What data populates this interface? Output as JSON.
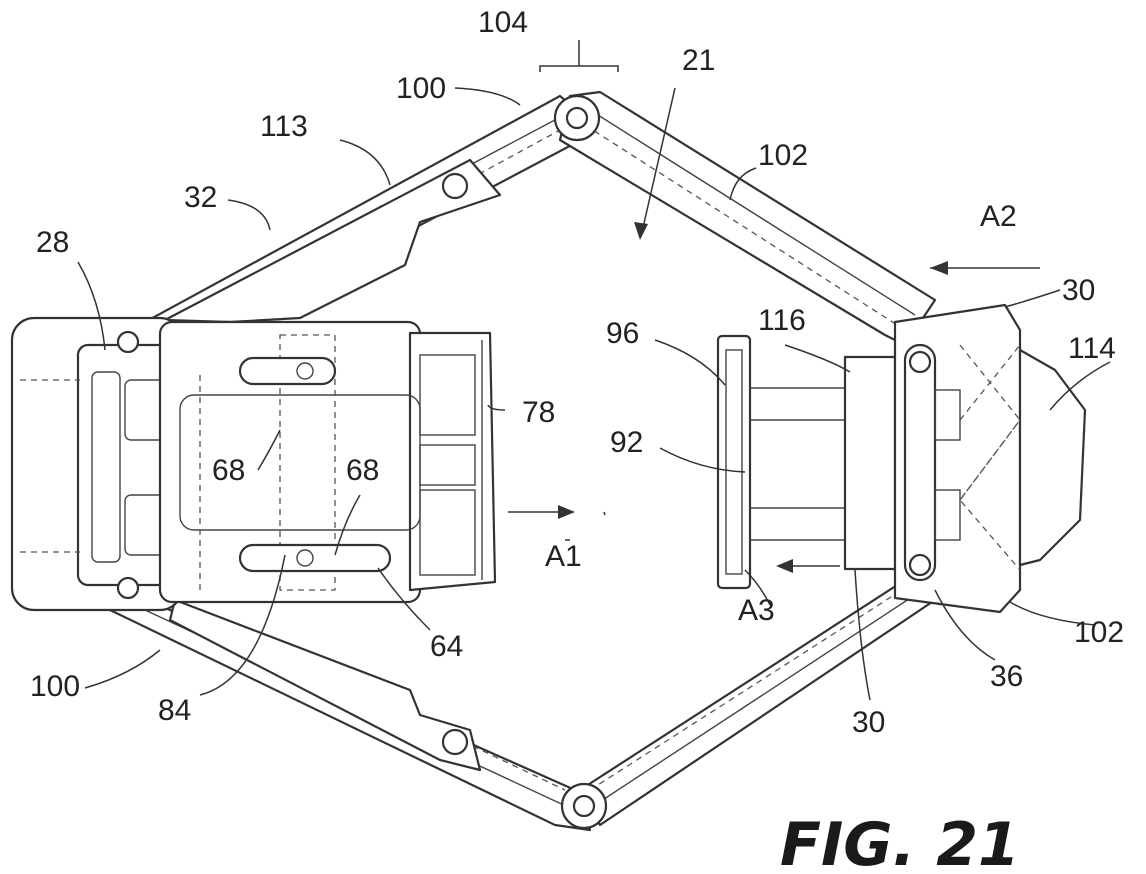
{
  "figure": {
    "caption": "FIG. 21",
    "labels": {
      "l104": "104",
      "l21": "21",
      "l100_top": "100",
      "l113": "113",
      "l102_top": "102",
      "l32": "32",
      "lA2": "A2",
      "l28": "28",
      "l30_right": "30",
      "l96": "96",
      "l116": "116",
      "l114": "114",
      "l78": "78",
      "l92": "92",
      "l68_left": "68",
      "l68_right": "68",
      "lA1": "A1",
      "lA3": "A3",
      "l102_bottom": "102",
      "l64": "64",
      "l36": "36",
      "l100_bottom": "100",
      "l84": "84",
      "l30_bottom": "30"
    }
  }
}
